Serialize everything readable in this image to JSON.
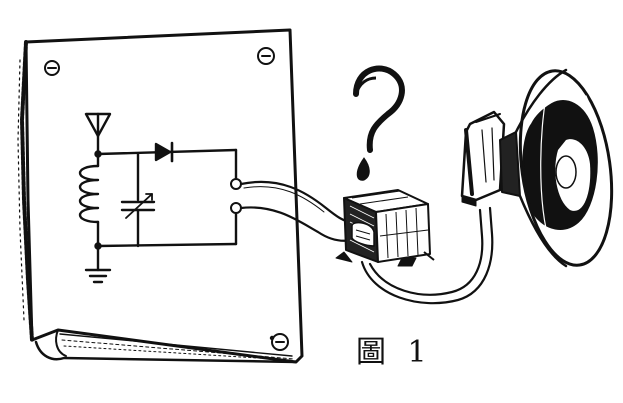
{
  "figure": {
    "caption": "圖 1",
    "ink_color": "#111111",
    "paper_color": "#ffffff",
    "parts": [
      {
        "name": "circuit-board",
        "icon": "board-icon"
      },
      {
        "name": "antenna",
        "icon": "antenna-icon"
      },
      {
        "name": "coil",
        "icon": "inductor-icon"
      },
      {
        "name": "variable-capacitor",
        "icon": "variable-capacitor-icon"
      },
      {
        "name": "diode",
        "icon": "diode-icon"
      },
      {
        "name": "ground",
        "icon": "ground-icon"
      },
      {
        "name": "output-terminals",
        "icon": "terminal-icon"
      },
      {
        "name": "transformer",
        "icon": "transformer-icon"
      },
      {
        "name": "loudspeaker",
        "icon": "speaker-icon"
      },
      {
        "name": "question-mark",
        "icon": "question-mark-icon"
      }
    ]
  }
}
